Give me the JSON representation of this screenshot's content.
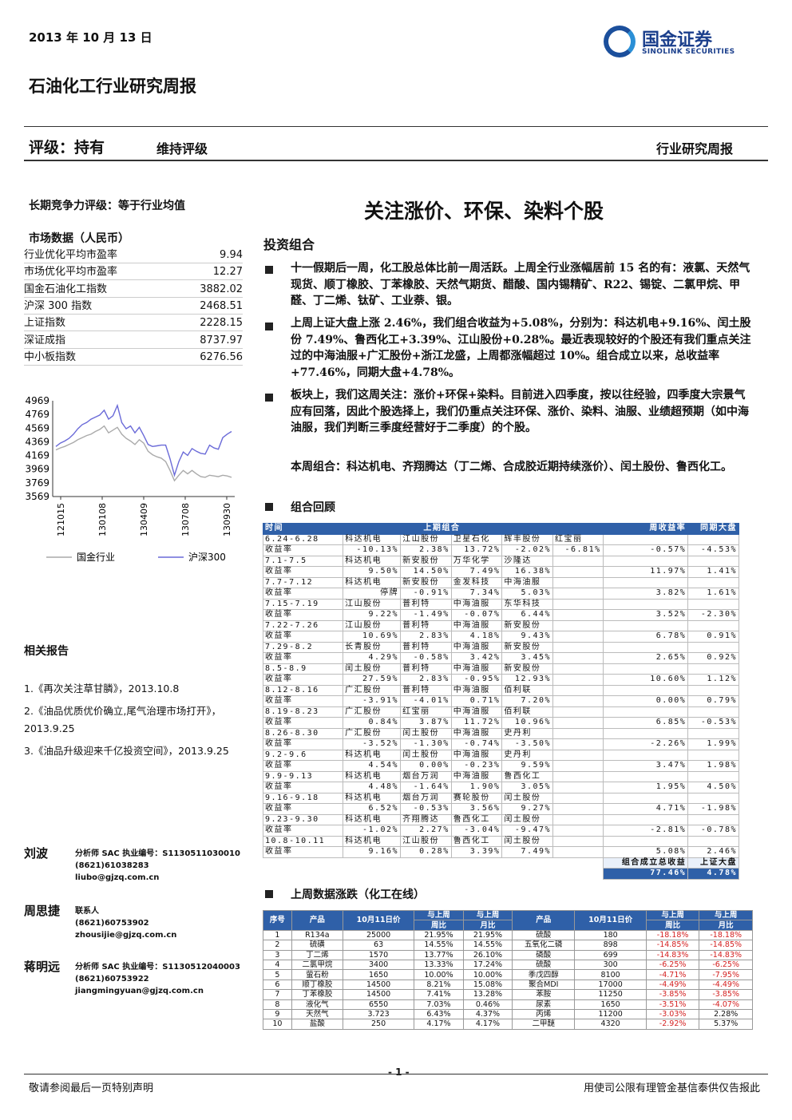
{
  "date": "2013 年 10 月 13 日",
  "brand": {
    "cn": "国金证券",
    "en": "SINOLINK SECURITIES"
  },
  "report_title": "石油化工行业研究周报",
  "rating": "评级：持有",
  "maintain": "维持评级",
  "report_type": "行业研究周报",
  "long_term": "长期竞争力评级：等于行业均值",
  "market": {
    "label": "市场数据（人民币）",
    "rows": [
      {
        "k": "行业优化平均市盈率",
        "v": "9.94"
      },
      {
        "k": "市场优化平均市盈率",
        "v": "12.27"
      },
      {
        "k": "国金石油化工指数",
        "v": "3882.02"
      },
      {
        "k": "沪深 300 指数",
        "v": "2468.51"
      },
      {
        "k": "上证指数",
        "v": "2228.15"
      },
      {
        "k": "深证成指",
        "v": "8737.97"
      },
      {
        "k": "中小板指数",
        "v": "6276.56"
      }
    ]
  },
  "chart_data": {
    "type": "line",
    "y_ticks": [
      "4969",
      "4769",
      "4569",
      "4369",
      "4169",
      "3969",
      "3769",
      "3569"
    ],
    "ylim": [
      3569,
      4969
    ],
    "x_ticks": [
      "121015",
      "130108",
      "130409",
      "130708",
      "130930"
    ],
    "series": [
      {
        "name": "国金行业",
        "color": "#aaaaaa",
        "values": [
          4250,
          4280,
          4300,
          4330,
          4360,
          4400,
          4430,
          4460,
          4480,
          4520,
          4550,
          4600,
          4500,
          4540,
          4580,
          4480,
          4420,
          4380,
          4330,
          4400,
          4350,
          4230,
          4180,
          4150,
          4130,
          4080,
          3950,
          3800,
          3880,
          3950,
          3900,
          3950,
          3900,
          3860,
          3850,
          3880,
          3870,
          3860,
          3880,
          3870,
          3850
        ]
      },
      {
        "name": "沪深300",
        "color": "#6a6ad8",
        "values": [
          4300,
          4350,
          4380,
          4420,
          4480,
          4560,
          4620,
          4650,
          4700,
          4730,
          4760,
          4830,
          4700,
          4750,
          4900,
          4650,
          4560,
          4600,
          4500,
          4580,
          4460,
          4330,
          4300,
          4310,
          4320,
          4320,
          4120,
          3880,
          4080,
          4220,
          4170,
          4270,
          4230,
          4200,
          4190,
          4320,
          4280,
          4260,
          4430,
          4480,
          4520
        ]
      }
    ]
  },
  "related": {
    "label": "相关报告",
    "items": [
      "1.《再次关注草甘膦》，2013.10.8",
      "2.《油品优质优价确立,尾气治理市场打开》，2013.9.25",
      "3.《油品升级迎来千亿投资空间》，2013.9.25"
    ]
  },
  "analysts": [
    {
      "name": "刘波",
      "l1": "分析师 SAC 执业编号：S1130511030010",
      "l2": "(8621)61038283",
      "l3": "liubo@gjzq.com.cn"
    },
    {
      "name": "周思捷",
      "l1": "联系人",
      "l2": "(8621)60753902",
      "l3": "zhousijie@gjzq.com.cn"
    },
    {
      "name": "蒋明远",
      "l1": "分析师 SAC 执业编号：S1130512040003",
      "l2": "(8621)60753922",
      "l3": "jiangmingyuan@gjzq.com.cn"
    }
  ],
  "headline": "关注涨价、环保、染料个股",
  "portfolio_label": "投资组合",
  "paras": [
    "十一假期后一周，化工股总体比前一周活跃。上周全行业涨幅居前 15 名的有：液氯、天然气现货、顺丁橡胶、丁苯橡胶、天然气期货、醋酸、国内锡精矿、R22、锡锭、二氯甲烷、甲醛、丁二烯、钛矿、工业萘、银。",
    "上周上证大盘上涨 2.46%，我们组合收益为+5.08%，分别为：科达机电+9.16%、闰土股份 7.49%、鲁西化工+3.39%、江山股份+0.28%。最近表现较好的个股还有我们重点关注过的中海油服+广汇股份+浙江龙盛，上周都涨幅超过 10%。组合成立以来，总收益率+77.46%，同期大盘+4.78%。",
    "板块上，我们这周关注：涨价+环保+染料。目前进入四季度，按以往经验，四季度大宗景气应有回落，因此个股选择上，我们仍重点关注环保、涨价、染料、油服、业绩超预期（如中海油服，我们判断三季度经营好于二季度）的个股。",
    "本周组合：科达机电、齐翔腾达（丁二烯、合成胶近期持续涨价）、闰土股份、鲁西化工。"
  ],
  "review_label": "组合回顾",
  "ptable": {
    "head": [
      "时间",
      "上期组合",
      "周收益率",
      "同期大盘"
    ],
    "rows": [
      [
        "6.24-6.28",
        "科达机电",
        "江山股份",
        "卫星石化",
        "辉丰股份",
        "红宝丽",
        "",
        ""
      ],
      [
        "收益率",
        "-10.13%",
        "2.38%",
        "13.72%",
        "-2.02%",
        "-6.81%",
        "-0.57%",
        "-4.53%"
      ],
      [
        "7.1-7.5",
        "科达机电",
        "新安股份",
        "万华化学",
        "沙隆达",
        "",
        "",
        ""
      ],
      [
        "收益率",
        "9.50%",
        "14.50%",
        "7.49%",
        "16.38%",
        "",
        "11.97%",
        "1.41%"
      ],
      [
        "7.7-7.12",
        "科达机电",
        "新安股份",
        "金发科技",
        "中海油服",
        "",
        "",
        ""
      ],
      [
        "收益率",
        "停牌",
        "-0.91%",
        "7.34%",
        "5.03%",
        "",
        "3.82%",
        "1.61%"
      ],
      [
        "7.15-7.19",
        "江山股份",
        "普利特",
        "中海油服",
        "东华科技",
        "",
        "",
        ""
      ],
      [
        "收益率",
        "9.22%",
        "-1.49%",
        "-0.07%",
        "6.44%",
        "",
        "3.52%",
        "-2.30%"
      ],
      [
        "7.22-7.26",
        "江山股份",
        "普利特",
        "中海油服",
        "新安股份",
        "",
        "",
        ""
      ],
      [
        "收益率",
        "10.69%",
        "2.83%",
        "4.18%",
        "9.43%",
        "",
        "6.78%",
        "0.91%"
      ],
      [
        "7.29-8.2",
        "长青股份",
        "普利特",
        "中海油服",
        "新安股份",
        "",
        "",
        ""
      ],
      [
        "收益率",
        "4.29%",
        "-0.58%",
        "3.42%",
        "3.45%",
        "",
        "2.65%",
        "0.92%"
      ],
      [
        "8.5-8.9",
        "闰土股份",
        "普利特",
        "中海油服",
        "新安股份",
        "",
        "",
        ""
      ],
      [
        "收益率",
        "27.59%",
        "2.83%",
        "-0.95%",
        "12.93%",
        "",
        "10.60%",
        "1.12%"
      ],
      [
        "8.12-8.16",
        "广汇股份",
        "普利特",
        "中海油服",
        "佰利联",
        "",
        "",
        ""
      ],
      [
        "收益率",
        "-3.91%",
        "-4.01%",
        "0.71%",
        "7.20%",
        "",
        "0.00%",
        "0.79%"
      ],
      [
        "8.19-8.23",
        "广汇股份",
        "红宝丽",
        "中海油服",
        "佰利联",
        "",
        "",
        ""
      ],
      [
        "收益率",
        "0.84%",
        "3.87%",
        "11.72%",
        "10.96%",
        "",
        "6.85%",
        "-0.53%"
      ],
      [
        "8.26-8.30",
        "广汇股份",
        "闰土股份",
        "中海油服",
        "史丹利",
        "",
        "",
        ""
      ],
      [
        "收益率",
        "-3.52%",
        "-1.30%",
        "-0.74%",
        "-3.50%",
        "",
        "-2.26%",
        "1.99%"
      ],
      [
        "9.2-9.6",
        "科达机电",
        "闰土股份",
        "中海油服",
        "史丹利",
        "",
        "",
        ""
      ],
      [
        "收益率",
        "4.54%",
        "0.00%",
        "-0.23%",
        "9.59%",
        "",
        "3.47%",
        "1.98%"
      ],
      [
        "9.9-9.13",
        "科达机电",
        "烟台万润",
        "中海油服",
        "鲁西化工",
        "",
        "",
        ""
      ],
      [
        "收益率",
        "4.48%",
        "-1.64%",
        "1.90%",
        "3.05%",
        "",
        "1.95%",
        "4.50%"
      ],
      [
        "9.16-9.18",
        "科达机电",
        "烟台万润",
        "赛轮股份",
        "闰土股份",
        "",
        "",
        ""
      ],
      [
        "收益率",
        "6.52%",
        "-0.53%",
        "3.56%",
        "9.27%",
        "",
        "4.71%",
        "-1.98%"
      ],
      [
        "9.23-9.30",
        "科达机电",
        "齐翔腾达",
        "鲁西化工",
        "闰土股份",
        "",
        "",
        ""
      ],
      [
        "收益率",
        "-1.02%",
        "2.27%",
        "-3.04%",
        "-9.47%",
        "",
        "-2.81%",
        "-0.78%"
      ],
      [
        "10.8-10.11",
        "科达机电",
        "江山股份",
        "鲁西化工",
        "闰土股份",
        "",
        "",
        ""
      ],
      [
        "收益率",
        "9.16%",
        "0.28%",
        "3.39%",
        "7.49%",
        "",
        "5.08%",
        "2.46%"
      ]
    ],
    "foot_l1": "组合成立总收益",
    "foot_l2": "上证大盘",
    "foot_v1": "77.46%",
    "foot_v2": "4.78%"
  },
  "weekly_label": "上周数据涨跌（化工在线）",
  "qtable": {
    "head": [
      "序号",
      "产品",
      "10月11日价",
      "与上周",
      "与上周",
      "产品",
      "10月11日价",
      "与上周",
      "与上周"
    ],
    "sub": [
      "周比",
      "月比",
      "周比",
      "月比"
    ],
    "rows": [
      [
        "1",
        "R134a",
        "25000",
        "21.95%",
        "21.95%",
        "硫酸",
        "180",
        "-18.18%",
        "-18.18%"
      ],
      [
        "2",
        "硫磺",
        "63",
        "14.55%",
        "14.55%",
        "五氧化二磷",
        "898",
        "-14.85%",
        "-14.85%"
      ],
      [
        "3",
        "丁二烯",
        "1570",
        "13.77%",
        "26.10%",
        "磷酸",
        "699",
        "-14.83%",
        "-14.83%"
      ],
      [
        "4",
        "二氯甲烷",
        "3400",
        "13.33%",
        "17.24%",
        "硫酸",
        "300",
        "-6.25%",
        "-6.25%"
      ],
      [
        "5",
        "萤石粉",
        "1650",
        "10.00%",
        "10.00%",
        "季戊四醇",
        "8100",
        "-4.71%",
        "-7.95%"
      ],
      [
        "6",
        "顺丁橡胶",
        "14500",
        "8.21%",
        "15.08%",
        "聚合MDI",
        "17000",
        "-4.49%",
        "-4.49%"
      ],
      [
        "7",
        "丁苯橡胶",
        "14500",
        "7.41%",
        "13.28%",
        "苯胺",
        "11250",
        "-3.85%",
        "-3.85%"
      ],
      [
        "8",
        "液化气",
        "6550",
        "7.03%",
        "0.46%",
        "尿素",
        "1650",
        "-3.51%",
        "-4.07%"
      ],
      [
        "9",
        "天然气",
        "3.723",
        "6.43%",
        "4.37%",
        "丙烯",
        "11200",
        "-3.03%",
        "2.28%"
      ],
      [
        "10",
        "盐酸",
        "250",
        "4.17%",
        "4.17%",
        "二甲醚",
        "4320",
        "-2.92%",
        "5.37%"
      ]
    ]
  },
  "page_no": "- 1 -",
  "foot_left": "敬请参阅最后一页特别声明",
  "foot_right": "用使司公限有理管金基信泰供仅告报此"
}
